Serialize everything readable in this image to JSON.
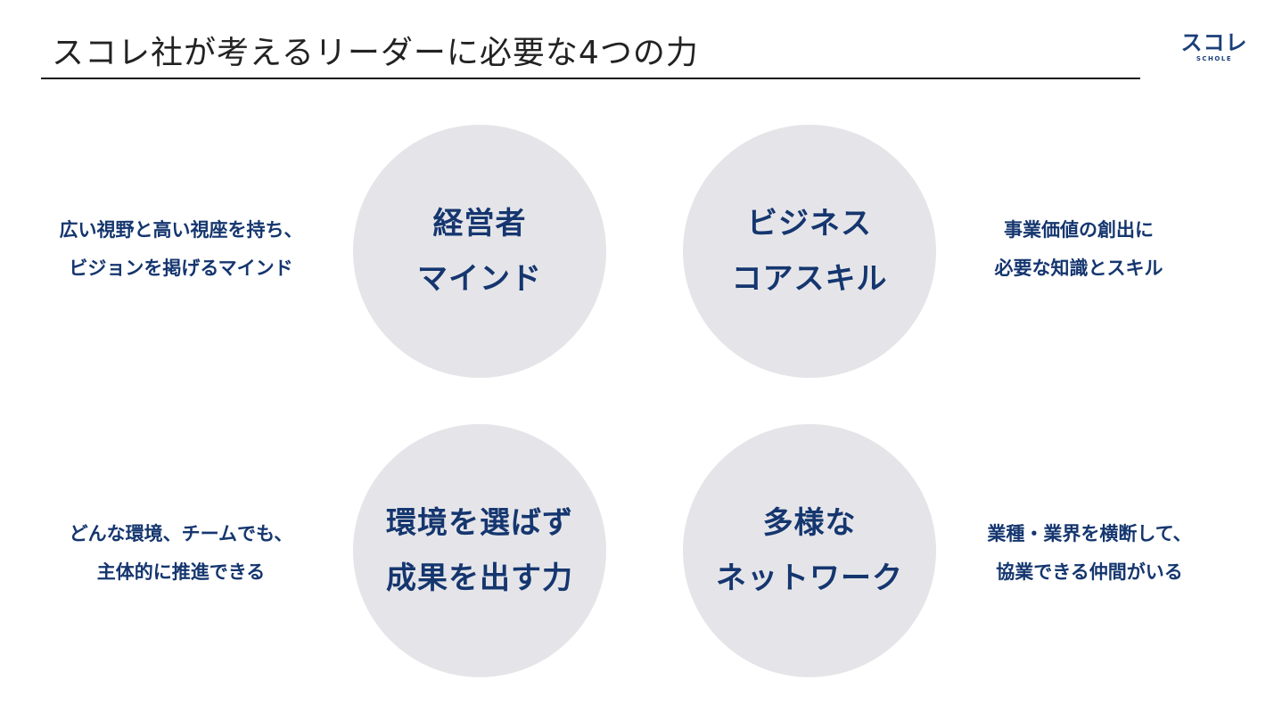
{
  "header": {
    "title": "スコレ社が考えるリーダーに必要な4つの力"
  },
  "logo": {
    "main": "スコレ",
    "sub": "SCHOLE"
  },
  "pillars": [
    {
      "lines": [
        "経営者",
        "マインド"
      ],
      "description": [
        "広い視野と高い視座を持ち、",
        "ビジョンを掲げるマインド"
      ]
    },
    {
      "lines": [
        "ビジネス",
        "コアスキル"
      ],
      "description": [
        "事業価値の創出に",
        "必要な知識とスキル"
      ]
    },
    {
      "lines": [
        "環境を選ばず",
        "成果を出す力"
      ],
      "description": [
        "どんな環境、チームでも、",
        "主体的に推進できる"
      ]
    },
    {
      "lines": [
        "多様な",
        "ネットワーク"
      ],
      "description": [
        "業種・業界を横断して、",
        "協業できる仲間がいる"
      ]
    }
  ],
  "colors": {
    "accent": "#15366f",
    "circle": "#e5e5e9",
    "title": "#222222"
  }
}
